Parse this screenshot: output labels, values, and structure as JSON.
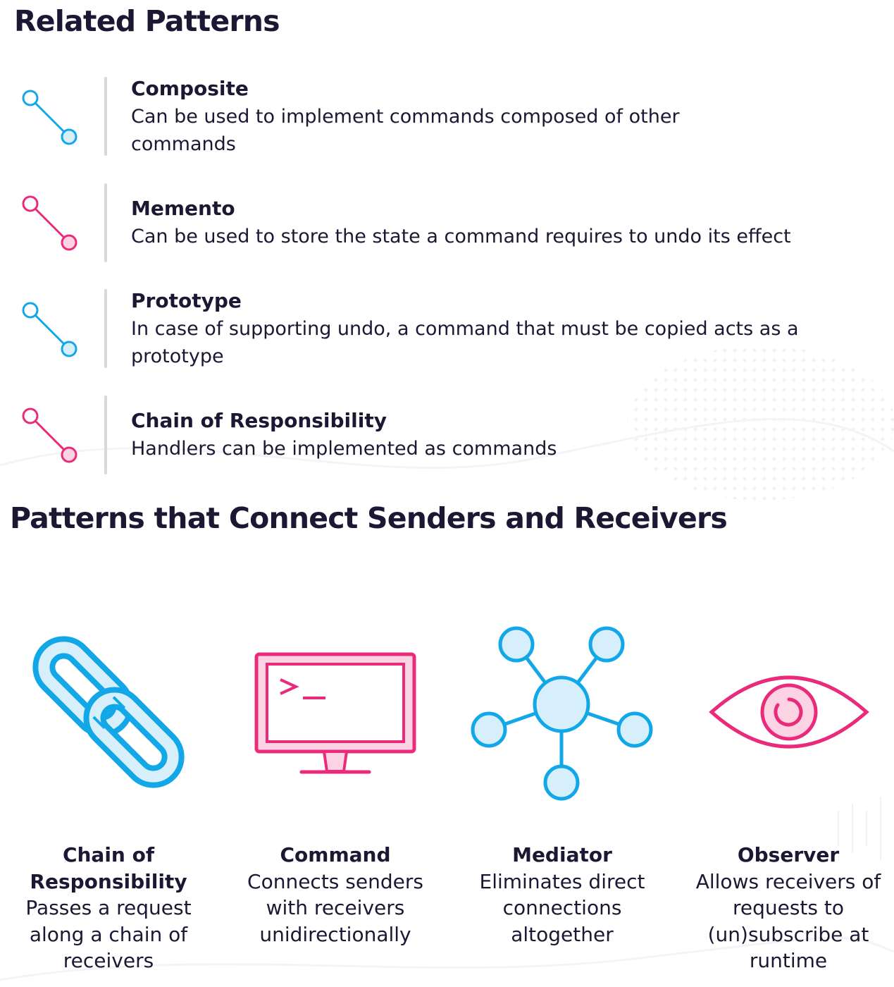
{
  "related": {
    "title": "Related Patterns",
    "items": [
      {
        "name": "Composite",
        "desc": "Can be used to implement commands composed of other commands",
        "color": "blue"
      },
      {
        "name": "Memento",
        "desc": "Can be used to store the state a command requires to undo its effect",
        "color": "pink"
      },
      {
        "name": "Prototype",
        "desc": "In case of supporting undo, a command that must be copied acts as a prototype",
        "color": "blue"
      },
      {
        "name": "Chain of Responsibility",
        "desc": "Handlers can be implemented as commands",
        "color": "pink"
      }
    ]
  },
  "connect": {
    "title": "Patterns that Connect Senders and Receivers",
    "items": [
      {
        "name": "Chain of Responsibility",
        "desc": "Passes a request along a chain of receivers",
        "icon": "chain-link-icon"
      },
      {
        "name": "Command",
        "desc": "Connects senders with receivers unidirectionally",
        "icon": "monitor-terminal-icon"
      },
      {
        "name": "Mediator",
        "desc": "Eliminates direct connections altogether",
        "icon": "network-hub-icon"
      },
      {
        "name": "Observer",
        "desc": "Allows receivers of requests to (un)subscribe at runtime",
        "icon": "eye-icon"
      }
    ]
  },
  "colors": {
    "blue": "#12a8e8",
    "blue_fill": "#d6effb",
    "pink": "#ea2b7b",
    "pink_fill": "#fbd3e3",
    "text": "#1b1834"
  }
}
